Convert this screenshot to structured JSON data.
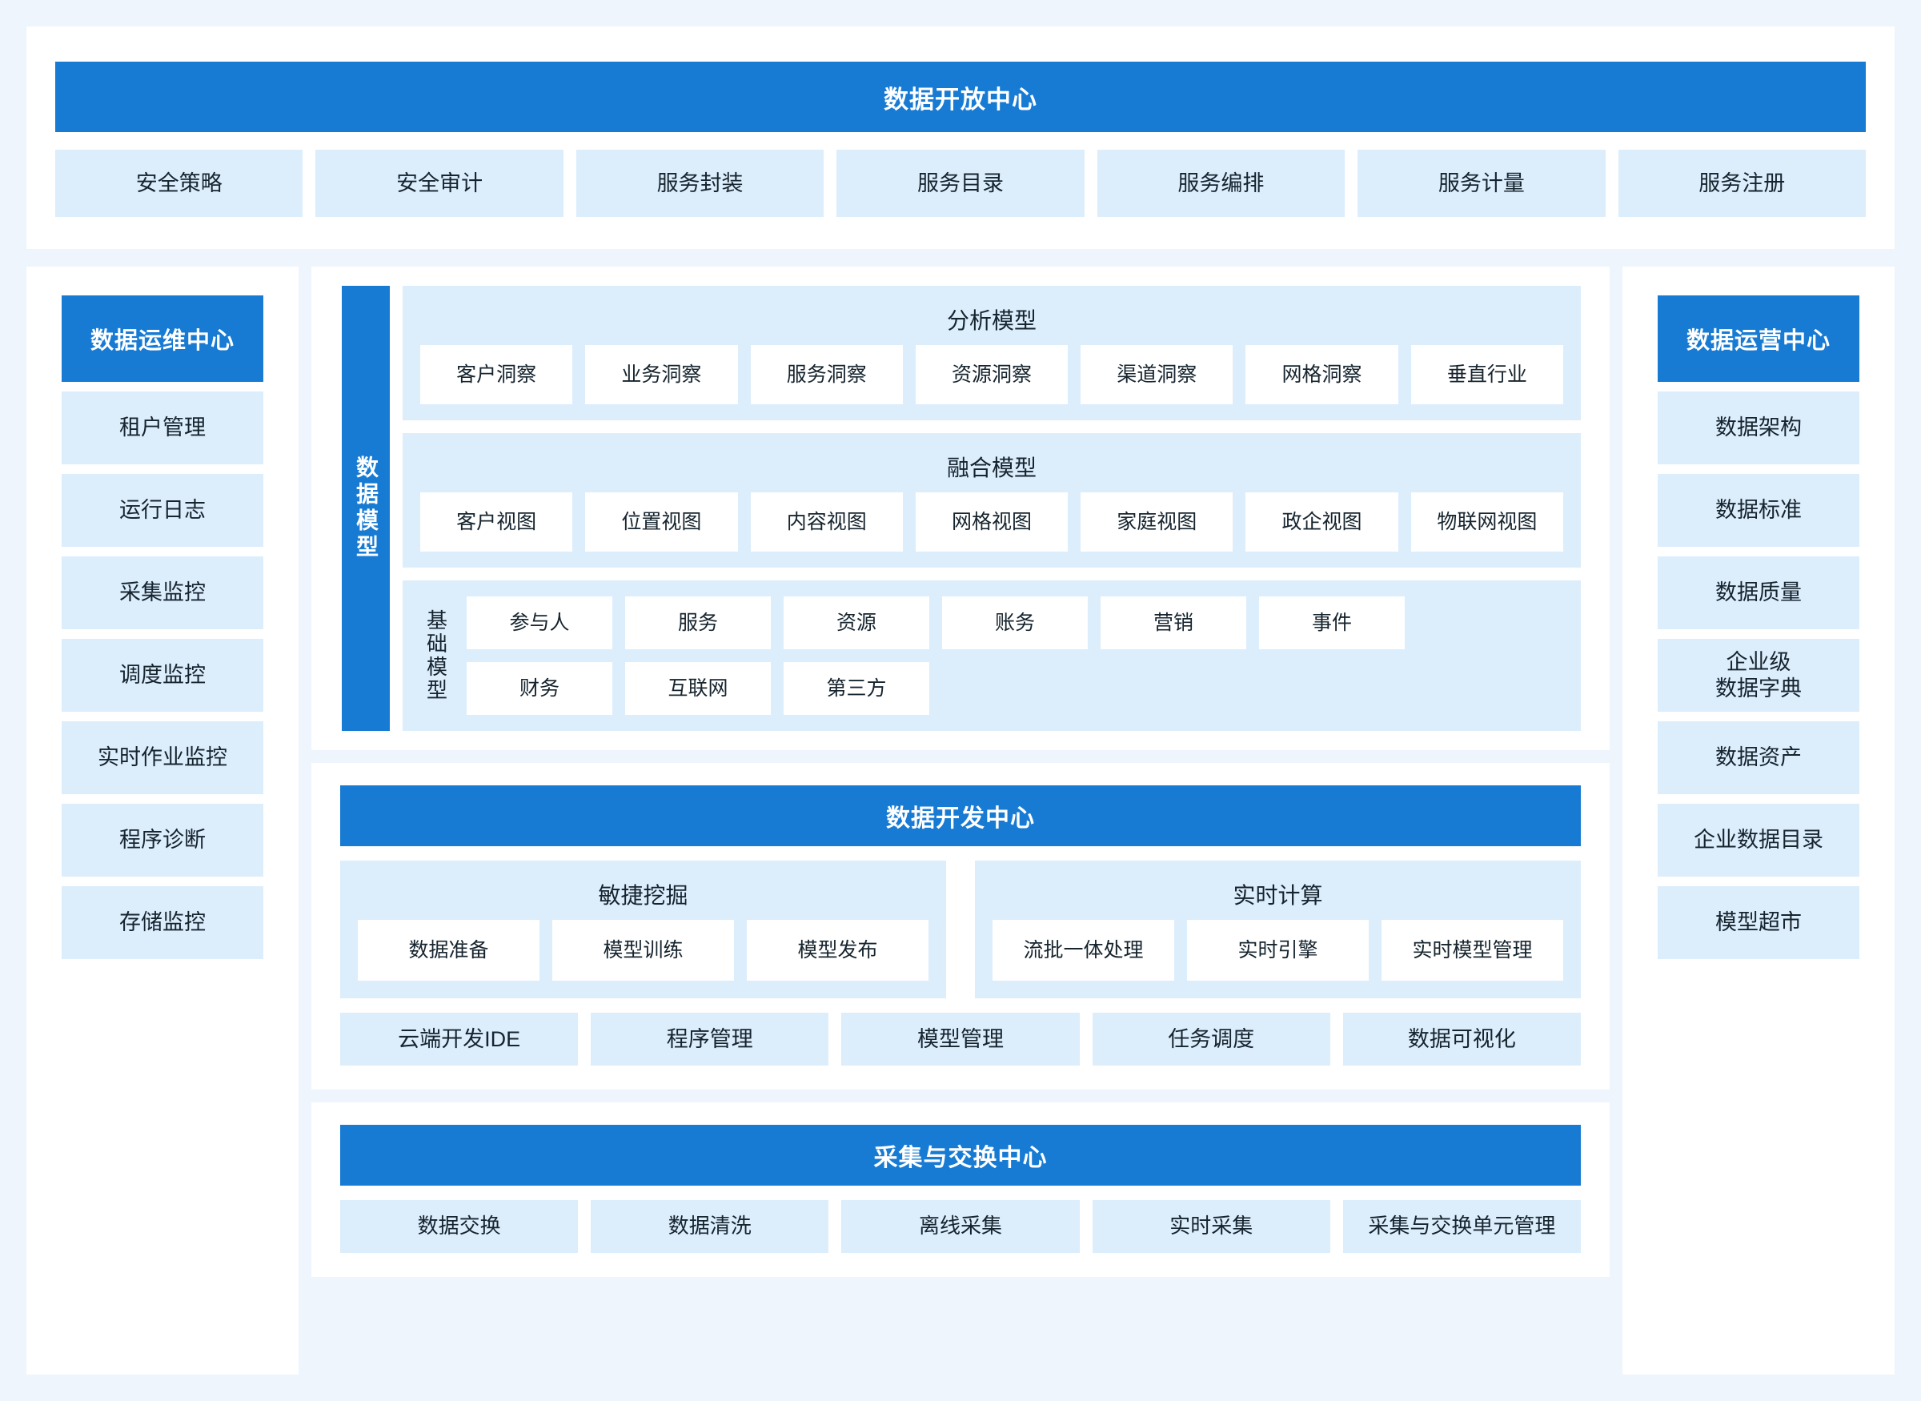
{
  "theme": {
    "accent": "#177bd4",
    "tile_bg": "#dcedfc",
    "panel_bg": "#ffffff",
    "page_bg": "#eef5fd",
    "text": "#16242e"
  },
  "open_center": {
    "title": "数据开放中心",
    "items": [
      "安全策略",
      "安全审计",
      "服务封装",
      "服务目录",
      "服务编排",
      "服务计量",
      "服务注册"
    ]
  },
  "ops_center": {
    "title": "数据运维中心",
    "items": [
      "租户管理",
      "运行日志",
      "采集监控",
      "调度监控",
      "实时作业监控",
      "程序诊断",
      "存储监控"
    ]
  },
  "operation_center": {
    "title": "数据运营中心",
    "items": [
      "数据架构",
      "数据标准",
      "数据质量",
      "企业级\n数据字典",
      "数据资产",
      "企业数据目录",
      "模型超市"
    ]
  },
  "data_model": {
    "vertical_label": "数据模型",
    "groups": [
      {
        "title": "分析模型",
        "items": [
          "客户洞察",
          "业务洞察",
          "服务洞察",
          "资源洞察",
          "渠道洞察",
          "网格洞察",
          "垂直行业"
        ]
      },
      {
        "title": "融合模型",
        "items": [
          "客户视图",
          "位置视图",
          "内容视图",
          "网格视图",
          "家庭视图",
          "政企视图",
          "物联网视图"
        ]
      }
    ],
    "base_group": {
      "label": "基础模型",
      "items": [
        "参与人",
        "服务",
        "资源",
        "账务",
        "营销",
        "事件",
        "财务",
        "互联网",
        "第三方"
      ]
    }
  },
  "dev_center": {
    "title": "数据开发中心",
    "subgroups": [
      {
        "title": "敏捷挖掘",
        "items": [
          "数据准备",
          "模型训练",
          "模型发布"
        ]
      },
      {
        "title": "实时计算",
        "items": [
          "流批一体处理",
          "实时引擎",
          "实时模型管理"
        ]
      }
    ],
    "bottom_items": [
      "云端开发IDE",
      "程序管理",
      "模型管理",
      "任务调度",
      "数据可视化"
    ]
  },
  "acq_center": {
    "title": "采集与交换中心",
    "items": [
      "数据交换",
      "数据清洗",
      "离线采集",
      "实时采集",
      "采集与交换单元管理"
    ]
  }
}
